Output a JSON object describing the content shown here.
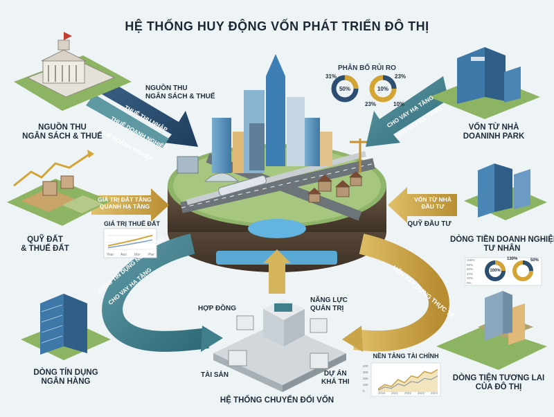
{
  "title": "HỆ THỐNG HUY ĐỘNG VỐN PHÁT TRIỂN ĐÔ THỊ",
  "nodes": {
    "budget": {
      "label_line1": "NGUỒN THU",
      "label_line2": "NGÂN SÁCH & THUẾ"
    },
    "land": {
      "label_line1": "QUỸ ĐẤT",
      "label_line2": "& THUẾ ĐẤT"
    },
    "bank": {
      "label_line1": "DÒNG TÍN DỤNG",
      "label_line2": "NGÂN HÀNG"
    },
    "park": {
      "label_line1": "VỐN TỪ NHÀ",
      "label_line2": "DOANINH PARK"
    },
    "private": {
      "label_line1": "DÒNG TIỀN DOANH NGHIỆP",
      "label_line2": "TƯ NHÂN"
    },
    "future": {
      "label_line1": "DÒNG TIỆN TƯƠNG LAI",
      "label_line2": "CỦA ĐÔ THỊ"
    },
    "converter": {
      "label": "HỆ THỐNG CHUYỂN ĐỔI VỐN"
    }
  },
  "arrows": {
    "budget_heading_line1": "NGUỒN THU",
    "budget_heading_line2": "NGÂN SÁCH & THUẾ",
    "budget_items": [
      "THUẾ THU NHẬP",
      "THUẾ DOANH NGHIỆP",
      "THUẾ DOANH NGHIỆP"
    ],
    "land_line1": "GIÁ TRỊ ĐẤT TĂNG",
    "land_line2": "QUANH HẠ TẦNG",
    "bank_line1": "DÒNG TÍN DỤNG NGÂN HÀNG",
    "bank_line2": "CHO VAY HẠ TẦNG",
    "park_line1": "CHO VAY HẠ TẦNG",
    "park_line2": "CHO VAY HẠ TẦNG",
    "investor_line1": "VỐN TỪ NHÀ",
    "investor_line2": "ĐẦU TƯ",
    "investor_caption": "QUỸ ĐẦU TƯ",
    "future_label": "VỐN XÂY DỰNG THỰC TẾ"
  },
  "converter_parts": {
    "contract": "HỢP ĐỒNG",
    "governance_line1": "NĂNG LỰC",
    "governance_line2": "QUẢN TRỊ",
    "assets": "TÀI SẢN",
    "project_line1": "DỰ ÁN",
    "project_line2": "KHẢ THI"
  },
  "risk_panel": {
    "title": "PHÂN BỔ RỦI RO",
    "donut_left": {
      "center": "50%",
      "side_label": "31%"
    },
    "donut_right": {
      "center": "10%",
      "top_label": "23%",
      "bottom_label": "10%"
    },
    "between_label": "23%"
  },
  "land_chart": {
    "title": "GIÁ TRỊ THUẾ ĐẤT",
    "x_labels": [
      "Year",
      "Aso",
      "Mar",
      "Pier"
    ],
    "values": [
      30,
      42,
      55,
      70
    ]
  },
  "private_panel": {
    "y_ticks": [
      "100%",
      "80%",
      "60%",
      "40%",
      "20%",
      "0%"
    ],
    "donut_left_center": "100%",
    "donut_right_top": "130%",
    "donut_right_side": "50%"
  },
  "finance_chart": {
    "title": "NỀN TẢNG TÀI CHÍNH",
    "x_labels": [
      "2019",
      "2021",
      "2022",
      "2023",
      "2024"
    ],
    "y_ticks": [
      "400",
      "300",
      "200",
      "100",
      "0"
    ],
    "series_gold": [
      50,
      120,
      90,
      200,
      150,
      260,
      230,
      330,
      300,
      360
    ],
    "series_gray": [
      30,
      80,
      60,
      130,
      100,
      170,
      150,
      220,
      200,
      260
    ]
  },
  "colors": {
    "teal": "#3f7f8c",
    "navy": "#27486b",
    "gold": "#c9a449",
    "green": "#7fa64d",
    "title": "#1b2733"
  }
}
